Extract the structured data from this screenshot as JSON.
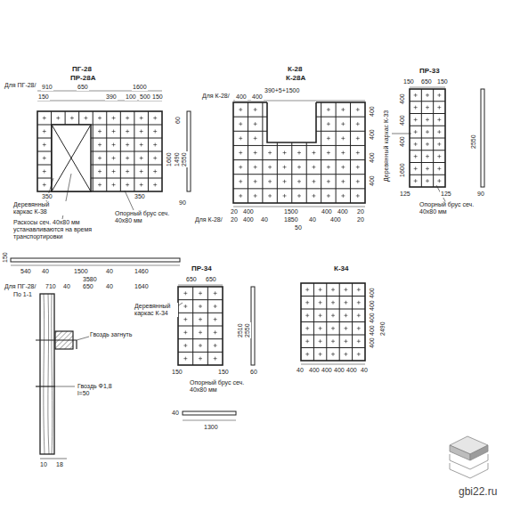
{
  "diagram": {
    "labels": [
      "ПГ-28",
      "ПР-28А",
      "Для ПГ-28/",
      "910",
      "650",
      "1600",
      "150",
      "390",
      "100",
      "500",
      "150",
      "1600",
      "1490",
      "2550",
      "60",
      "90",
      "350",
      "350",
      "Деревянный каркас К-38",
      "Раскосы сеч. 40х80 мм устанавливаются на время транспортировки",
      "Опорный брус сеч. 40х80 мм",
      "150",
      "540",
      "40",
      "1500",
      "40",
      "1460",
      "3580",
      "Для ПГ-28/",
      "710",
      "40",
      "650",
      "40",
      "1640",
      "По 1-1",
      "Гвоздь загнуть",
      "Гвоздь Ф1,8 l=50",
      "10",
      "18",
      "К-28",
      "К-28А",
      "Для К-28/",
      "390+5+1500",
      "400",
      "400",
      "400",
      "400",
      "400",
      "400",
      "20",
      "400",
      "1500",
      "400",
      "400",
      "20",
      "Для К-28/",
      "20",
      "400",
      "40",
      "1850",
      "40",
      "400",
      "20",
      "50",
      "ПР-33",
      "150",
      "650",
      "150",
      "400",
      "400",
      "400",
      "1600",
      "Деревянный каркас К-33",
      "2550",
      "90",
      "125",
      "125",
      "Опорный брус сеч. 40х80 мм",
      "ПР-34",
      "650",
      "650",
      "Деревянный каркас К-34",
      "2510",
      "2550",
      "60",
      "150",
      "150",
      "Опорный брус сеч. 40х80 мм",
      "40",
      "1300",
      "К-34",
      "400",
      "400",
      "400",
      "400",
      "400",
      "2490",
      "40",
      "400",
      "400",
      "400",
      "400",
      "40",
      "gbi22.ru"
    ]
  }
}
